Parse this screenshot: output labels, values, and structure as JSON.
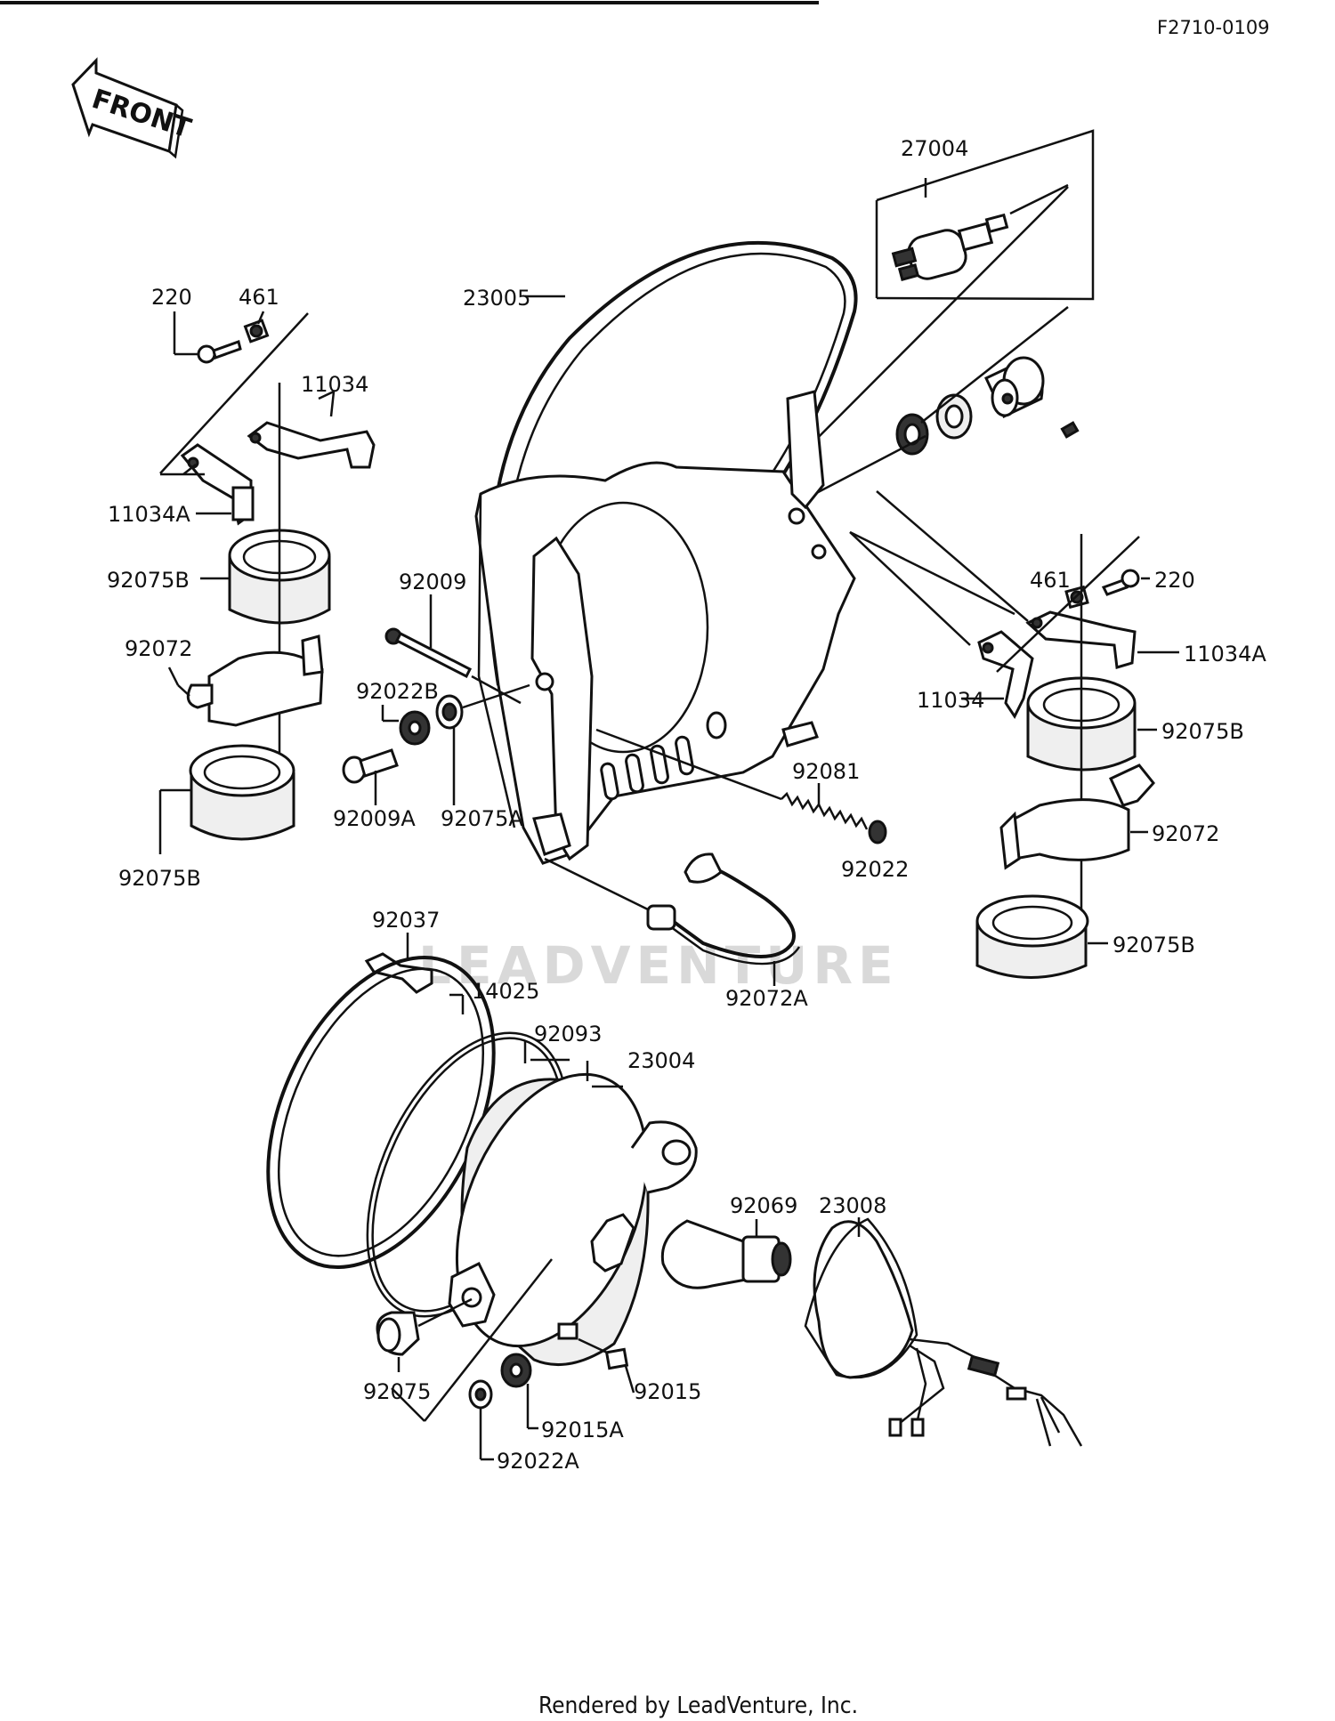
{
  "header": {
    "ref_code": "F2710-0109",
    "front_label": "FRONT"
  },
  "watermark": "LEADVENTURE",
  "footer": {
    "credit": "Rendered by LeadVenture, Inc."
  },
  "labels": {
    "p27004": "27004",
    "p220_left": "220",
    "p461_left": "461",
    "p11034_left": "11034",
    "p23005": "23005",
    "p11034A_left": "11034A",
    "p92075B_upper_left": "92075B",
    "p92009": "92009",
    "p92072_left": "92072",
    "p92022B": "92022B",
    "p92009A": "92009A",
    "p92075A": "92075A",
    "p92075B_lower_left": "92075B",
    "p461_right": "461",
    "p220_right": "220",
    "p11034A_right": "11034A",
    "p11034_right": "11034",
    "p92075B_upper_right": "92075B",
    "p92081": "92081",
    "p92022": "92022",
    "p92072_right": "92072",
    "p92075B_lower_right": "92075B",
    "p92037": "92037",
    "p92072A": "92072A",
    "p14025": "14025",
    "p92093": "92093",
    "p23004": "23004",
    "p92069": "92069",
    "p23008": "23008",
    "p92075": "92075",
    "p92015": "92015",
    "p92015A": "92015A",
    "p92022A": "92022A"
  }
}
